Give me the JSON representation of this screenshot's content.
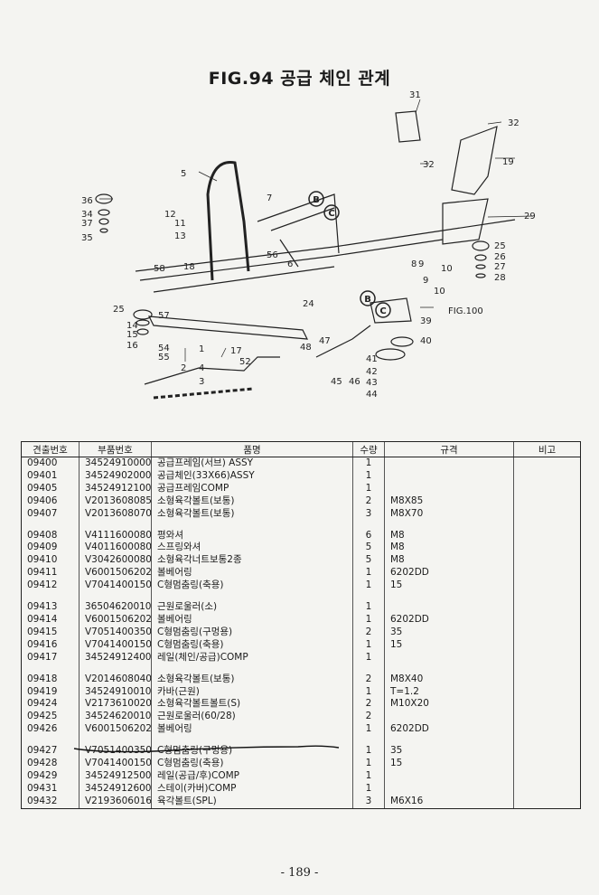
{
  "figure_title": "FIG.94 공급 체인 관계",
  "diagram_labels": {
    "callouts": [
      "31",
      "32",
      "32",
      "19",
      "5",
      "7",
      "36",
      "34",
      "37",
      "35",
      "12",
      "11",
      "13",
      "58",
      "18",
      "56",
      "6",
      "29",
      "25",
      "26",
      "27",
      "28",
      "8",
      "9",
      "10",
      "9",
      "10",
      "24",
      "25",
      "57",
      "14",
      "15",
      "16",
      "54",
      "55",
      "1",
      "2",
      "4",
      "3",
      "17",
      "52",
      "48",
      "47",
      "45",
      "46",
      "39",
      "40",
      "41",
      "42",
      "43",
      "44"
    ],
    "circled": [
      "B",
      "C",
      "B",
      "C"
    ],
    "reference": "FIG.100"
  },
  "table": {
    "headers": [
      "견출번호",
      "부품번호",
      "품명",
      "수량",
      "규격",
      "비고"
    ],
    "rows": [
      {
        "ref": "09400",
        "part_no": "34524910000",
        "name": "공급프레임(서브) ASSY",
        "qty": "1",
        "spec": "",
        "note": ""
      },
      {
        "ref": "09401",
        "part_no": "34524902000",
        "name": "공급체인(33X66)ASSY",
        "qty": "1",
        "spec": "",
        "note": ""
      },
      {
        "ref": "09405",
        "part_no": "34524912100",
        "name": "공급프레임COMP",
        "qty": "1",
        "spec": "",
        "note": ""
      },
      {
        "ref": "09406",
        "part_no": "V2013608085",
        "name": "소형육각볼트(보통)",
        "qty": "2",
        "spec": "M8X85",
        "note": ""
      },
      {
        "ref": "09407",
        "part_no": "V2013608070",
        "name": "소형육각볼트(보통)",
        "qty": "3",
        "spec": "M8X70",
        "note": ""
      },
      {
        "spacer": true
      },
      {
        "ref": "09408",
        "part_no": "V4111600080",
        "name": "평와셔",
        "qty": "6",
        "spec": "M8",
        "note": ""
      },
      {
        "ref": "09409",
        "part_no": "V4011600080",
        "name": "스프링와셔",
        "qty": "5",
        "spec": "M8",
        "note": ""
      },
      {
        "ref": "09410",
        "part_no": "V3042600080",
        "name": "소형육각너트보통2종",
        "qty": "5",
        "spec": "M8",
        "note": ""
      },
      {
        "ref": "09411",
        "part_no": "V6001506202",
        "name": "볼베어링",
        "qty": "1",
        "spec": "6202DD",
        "note": ""
      },
      {
        "ref": "09412",
        "part_no": "V7041400150",
        "name": "C형멈춤링(축용)",
        "qty": "1",
        "spec": "15",
        "note": ""
      },
      {
        "spacer": true
      },
      {
        "ref": "09413",
        "part_no": "36504620010",
        "name": "근원로울러(소)",
        "qty": "1",
        "spec": "",
        "note": ""
      },
      {
        "ref": "09414",
        "part_no": "V6001506202",
        "name": "볼베어링",
        "qty": "1",
        "spec": "6202DD",
        "note": ""
      },
      {
        "ref": "09415",
        "part_no": "V7051400350",
        "name": "C형멈춤링(구멍용)",
        "qty": "2",
        "spec": "35",
        "note": ""
      },
      {
        "ref": "09416",
        "part_no": "V7041400150",
        "name": "C형멈춤링(축용)",
        "qty": "1",
        "spec": "15",
        "note": ""
      },
      {
        "ref": "09417",
        "part_no": "34524912400",
        "name": "레일(체인/공급)COMP",
        "qty": "1",
        "spec": "",
        "note": ""
      },
      {
        "spacer": true
      },
      {
        "ref": "09418",
        "part_no": "V2014608040",
        "name": "소형육각볼트(보통)",
        "qty": "2",
        "spec": "M8X40",
        "note": ""
      },
      {
        "ref": "09419",
        "part_no": "34524910010",
        "name": "카바(근원)",
        "qty": "1",
        "spec": "T=1.2",
        "note": ""
      },
      {
        "ref": "09424",
        "part_no": "V2173610020",
        "name": "소형육각볼트볼트(S)",
        "qty": "2",
        "spec": "M10X20",
        "note": ""
      },
      {
        "ref": "09425",
        "part_no": "34524620010",
        "name": "근원로울러(60/28)",
        "qty": "2",
        "spec": "",
        "note": ""
      },
      {
        "ref": "09426",
        "part_no": "V6001506202",
        "name": "볼베어링",
        "qty": "1",
        "spec": "6202DD",
        "note": ""
      },
      {
        "spacer": true
      },
      {
        "ref": "09427",
        "part_no": "V7051400350",
        "name": "C형멈춤링(구멍용)",
        "qty": "1",
        "spec": "35",
        "note": ""
      },
      {
        "ref": "09428",
        "part_no": "V7041400150",
        "name": "C형멈춤링(축용)",
        "qty": "1",
        "spec": "15",
        "note": ""
      },
      {
        "ref": "09429",
        "part_no": "34524912500",
        "name": "레일(공급/후)COMP",
        "qty": "1",
        "spec": "",
        "note": ""
      },
      {
        "ref": "09431",
        "part_no": "34524912600",
        "name": "스테이(카버)COMP",
        "qty": "1",
        "spec": "",
        "note": ""
      },
      {
        "ref": "09432",
        "part_no": "V2193606016",
        "name": "육각볼트(SPL)",
        "qty": "3",
        "spec": "M6X16",
        "note": ""
      }
    ]
  },
  "page_number": "- 189 -"
}
